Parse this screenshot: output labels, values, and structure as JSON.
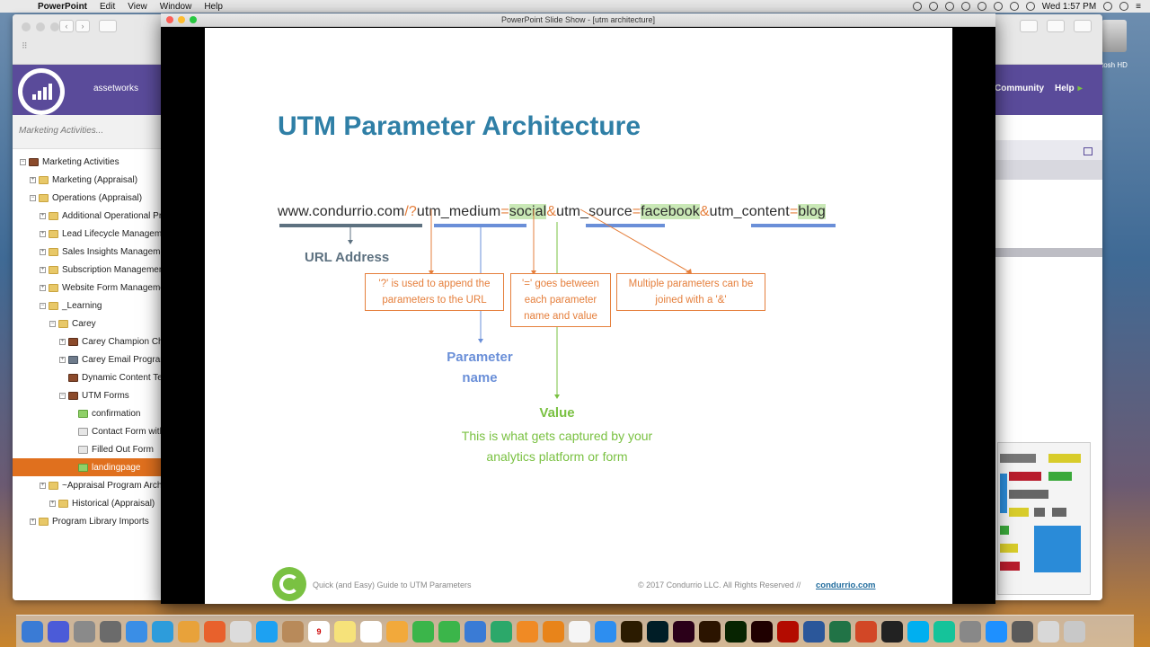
{
  "menubar": {
    "app_name": "PowerPoint",
    "items": [
      "Edit",
      "View",
      "Window",
      "Help"
    ],
    "clock": "Wed 1:57 PM"
  },
  "desktop": {
    "hd_label": "tosh HD"
  },
  "browser": {
    "header": {
      "subscription": "assetworks",
      "community": "Community",
      "help": "Help"
    },
    "search_placeholder": "Marketing Activities...",
    "tree": [
      {
        "label": "Marketing Activities",
        "indent": 0,
        "icon": "program",
        "exp": "−"
      },
      {
        "label": "Marketing (Appraisal)",
        "indent": 1,
        "icon": "folder",
        "exp": "+"
      },
      {
        "label": "Operations (Appraisal)",
        "indent": 1,
        "icon": "folder",
        "exp": "−"
      },
      {
        "label": "Additional Operational Pro",
        "indent": 2,
        "icon": "folder",
        "exp": "+"
      },
      {
        "label": "Lead Lifecycle Managemen",
        "indent": 2,
        "icon": "folder",
        "exp": "+"
      },
      {
        "label": "Sales Insights Management",
        "indent": 2,
        "icon": "folder",
        "exp": "+"
      },
      {
        "label": "Subscription Management",
        "indent": 2,
        "icon": "folder",
        "exp": "+"
      },
      {
        "label": "Website Form Managemen",
        "indent": 2,
        "icon": "folder",
        "exp": "+"
      },
      {
        "label": "_Learning",
        "indent": 2,
        "icon": "folder",
        "exp": "−"
      },
      {
        "label": "Carey",
        "indent": 3,
        "icon": "folder",
        "exp": "−"
      },
      {
        "label": "Carey Champion Chal",
        "indent": 4,
        "icon": "program",
        "exp": "+"
      },
      {
        "label": "Carey Email Program",
        "indent": 4,
        "icon": "email",
        "exp": "+"
      },
      {
        "label": "Dynamic Content Test",
        "indent": 4,
        "icon": "program",
        "exp": ""
      },
      {
        "label": "UTM Forms",
        "indent": 4,
        "icon": "program",
        "exp": "−"
      },
      {
        "label": "confirmation",
        "indent": 5,
        "icon": "lp",
        "exp": ""
      },
      {
        "label": "Contact Form with U",
        "indent": 5,
        "icon": "form",
        "exp": ""
      },
      {
        "label": "Filled Out Form",
        "indent": 5,
        "icon": "form",
        "exp": ""
      },
      {
        "label": "landingpage",
        "indent": 5,
        "icon": "lp",
        "exp": "",
        "selected": true
      },
      {
        "label": "~Appraisal Program Archive",
        "indent": 2,
        "icon": "folder",
        "exp": "+"
      },
      {
        "label": "Historical (Appraisal)",
        "indent": 3,
        "icon": "folder",
        "exp": "+"
      },
      {
        "label": "Program Library Imports",
        "indent": 1,
        "icon": "folder",
        "exp": "+"
      }
    ]
  },
  "slideshow": {
    "window_title": "PowerPoint Slide Show - [utm architecture]",
    "slide": {
      "title": "UTM Parameter Architecture",
      "url": {
        "domain": "www.condurrio.com",
        "sep1": "/?",
        "p1": "utm_medium",
        "eq1": "=",
        "v1": "social",
        "amp1": "&",
        "p2": "utm_source",
        "eq2": "=",
        "v2": "facebook",
        "amp2": "&",
        "p3": "utm_content",
        "eq3": "=",
        "v3": "blog"
      },
      "url_address_label": "URL Address",
      "box_question": "'?' is used to append the parameters to the URL",
      "box_equals": "'=' goes between each parameter name and value",
      "box_multiple": "Multiple parameters can be joined with a '&'",
      "parameter_name_label": "Parameter name",
      "value_label": "Value",
      "value_desc": "This is what gets captured by your analytics platform or form",
      "footer_left": "Quick (and Easy) Guide to UTM Parameters",
      "footer_copyright": "© 2017 Condurrio LLC.  All Rights Reserved  //",
      "footer_link": "condurrio.com",
      "colors": {
        "title": "#2f7fa6",
        "separator": "#e57f3c",
        "param": "#6a8fd8",
        "value": "#7ac142",
        "url_address": "#5d7180"
      }
    }
  },
  "dock_apps": [
    "finder-icon",
    "siri-icon",
    "launchpad-icon",
    "system-prefs-icon",
    "preview-icon",
    "safari-icon",
    "chrome-icon",
    "firefox-icon",
    "textedit-icon",
    "skype-for-business-icon",
    "contacts-icon",
    "calendar-icon",
    "notes-icon",
    "reminders-icon",
    "photos-icon",
    "messages-icon",
    "facetime-icon",
    "keynote-icon",
    "numbers-icon",
    "pages-icon",
    "books-icon",
    "itunes-icon",
    "app-store-icon",
    "illustrator-icon",
    "photoshop-icon",
    "indesign-icon",
    "bridge-icon",
    "dreamweaver-icon",
    "animate-icon",
    "acrobat-icon",
    "word-icon",
    "excel-icon",
    "powerpoint-icon",
    "terminal-icon",
    "skype-icon",
    "grammarly-icon",
    "screenshot-icon",
    "quicktime-icon",
    "imovie-icon",
    "downloads-icon",
    "trash-icon"
  ],
  "dock_labels": {
    "calendar_date": "9",
    "calendar_month": "AUG"
  }
}
